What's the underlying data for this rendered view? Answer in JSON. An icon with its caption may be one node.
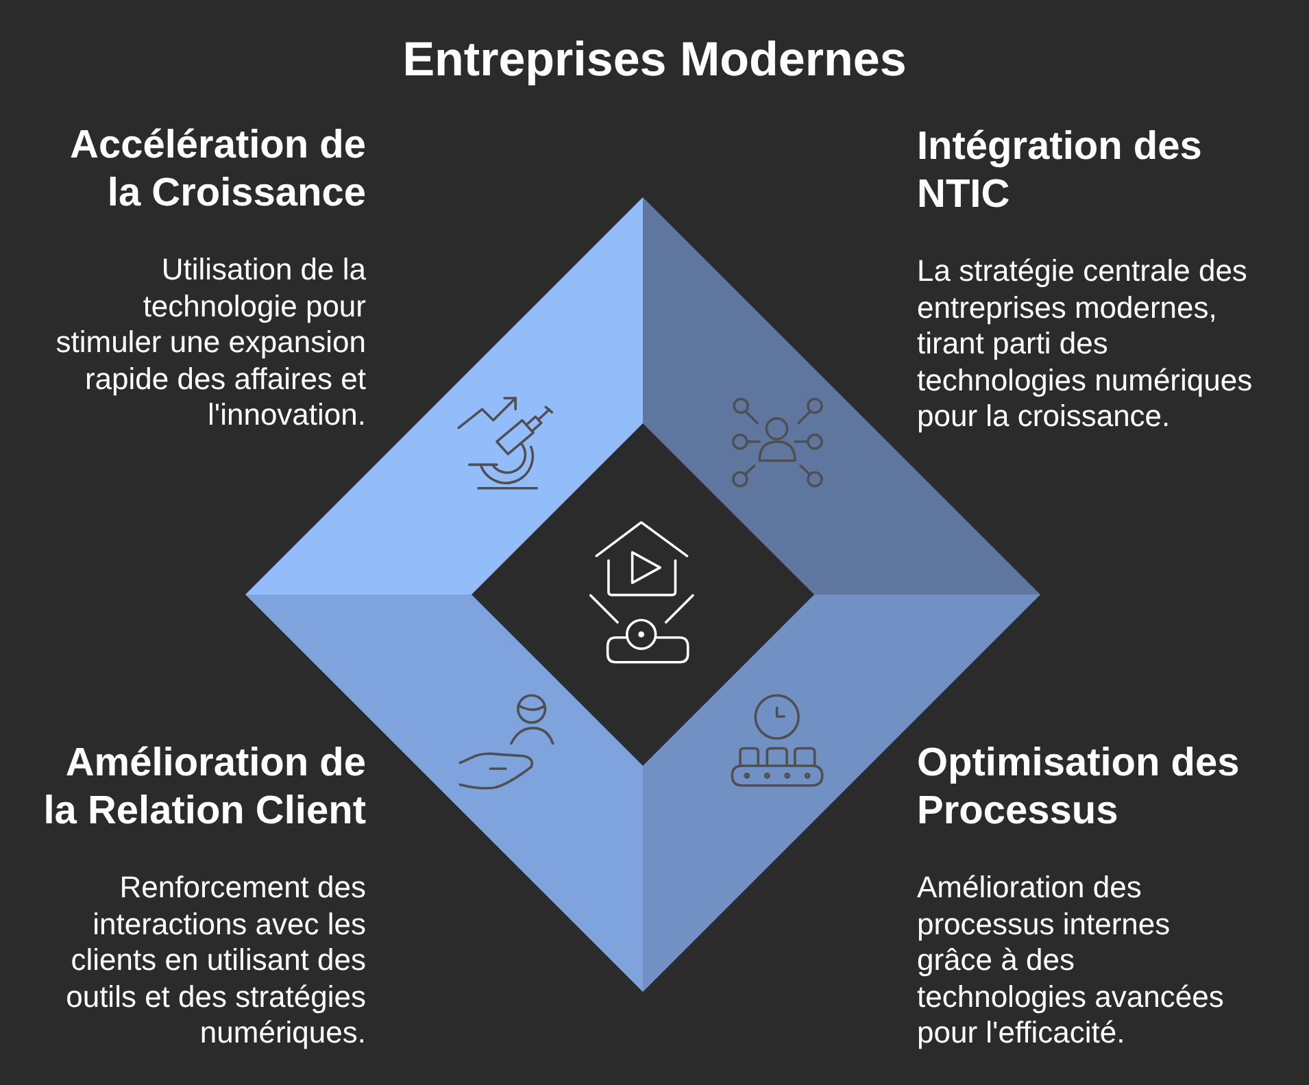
{
  "diagram": {
    "title": "Entreprises Modernes",
    "nodes": [
      {
        "text": [
          "Accélération de la Croissance",
          "Utilisation de la technologie pour stimuler une expansion rapide des affaires et l'innovation."
        ]
      },
      {
        "text": [
          "Intégration des NTIC",
          "La stratégie centrale des entreprises modernes, tirant parti des technologies numériques pour la croissance."
        ]
      },
      {
        "text": [
          "Amélioration de la Relation Client",
          "Renforcement des interactions avec les clients en utilisant des outils et des stratégies numériques."
        ]
      },
      {
        "text": [
          "Optimisation des Processus",
          "Amélioration des processus internes grâce à des technologies avancées pour l'efficacité."
        ]
      }
    ]
  }
}
